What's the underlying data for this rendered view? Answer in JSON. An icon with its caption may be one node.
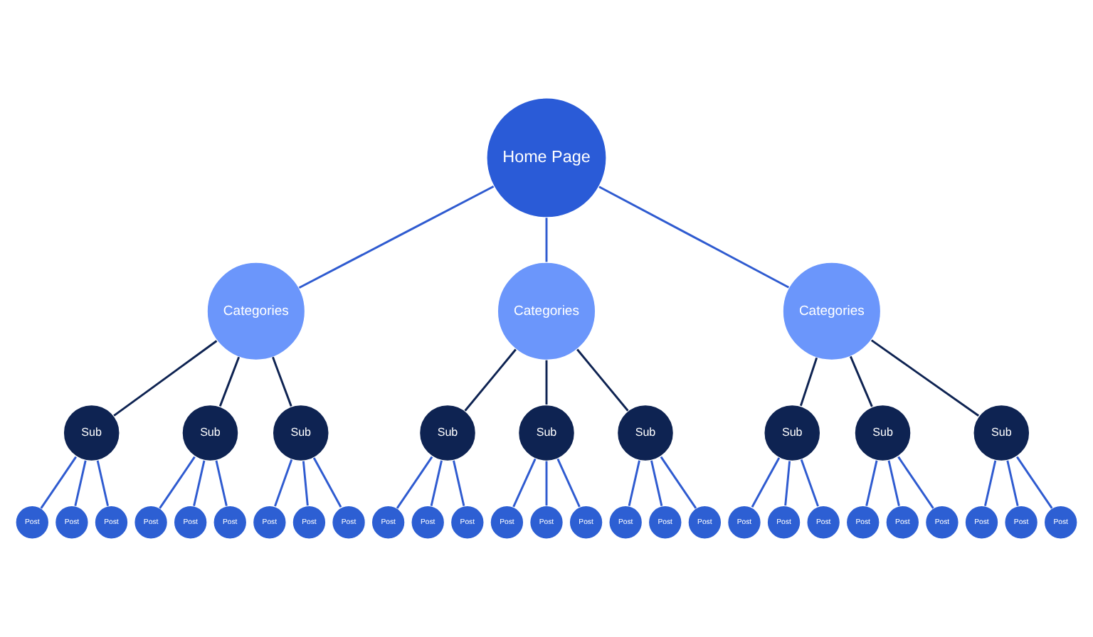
{
  "diagram": {
    "nodes": [
      {
        "text": [
          "Home Page"
        ]
      },
      {
        "text": [
          "Categories"
        ]
      },
      {
        "text": [
          "Categories"
        ]
      },
      {
        "text": [
          "Categories"
        ]
      },
      {
        "text": [
          "Sub"
        ]
      },
      {
        "text": [
          "Sub"
        ]
      },
      {
        "text": [
          "Sub"
        ]
      },
      {
        "text": [
          "Sub"
        ]
      },
      {
        "text": [
          "Sub"
        ]
      },
      {
        "text": [
          "Sub"
        ]
      },
      {
        "text": [
          "Sub"
        ]
      },
      {
        "text": [
          "Sub"
        ]
      },
      {
        "text": [
          "Sub"
        ]
      },
      {
        "text": [
          "Post"
        ]
      },
      {
        "text": [
          "Post"
        ]
      },
      {
        "text": [
          "Post"
        ]
      },
      {
        "text": [
          "Post"
        ]
      },
      {
        "text": [
          "Post"
        ]
      },
      {
        "text": [
          "Post"
        ]
      },
      {
        "text": [
          "Post"
        ]
      },
      {
        "text": [
          "Post"
        ]
      },
      {
        "text": [
          "Post"
        ]
      },
      {
        "text": [
          "Post"
        ]
      },
      {
        "text": [
          "Post"
        ]
      },
      {
        "text": [
          "Post"
        ]
      },
      {
        "text": [
          "Post"
        ]
      },
      {
        "text": [
          "Post"
        ]
      },
      {
        "text": [
          "Post"
        ]
      },
      {
        "text": [
          "Post"
        ]
      },
      {
        "text": [
          "Post"
        ]
      },
      {
        "text": [
          "Post"
        ]
      },
      {
        "text": [
          "Post"
        ]
      },
      {
        "text": [
          "Post"
        ]
      },
      {
        "text": [
          "Post"
        ]
      },
      {
        "text": [
          "Post"
        ]
      },
      {
        "text": [
          "Post"
        ]
      },
      {
        "text": [
          "Post"
        ]
      },
      {
        "text": [
          "Post"
        ]
      },
      {
        "text": [
          "Post"
        ]
      },
      {
        "text": [
          "Post"
        ]
      }
    ],
    "edges": [
      {
        "from": 0,
        "to": 1,
        "arrow": "none"
      },
      {
        "from": 0,
        "to": 2,
        "arrow": "none"
      },
      {
        "from": 0,
        "to": 3,
        "arrow": "none"
      },
      {
        "from": 1,
        "to": 4,
        "arrow": "none",
        "color": "#0e2352"
      },
      {
        "from": 1,
        "to": 5,
        "arrow": "none",
        "color": "#0e2352"
      },
      {
        "from": 1,
        "to": 6,
        "arrow": "none",
        "color": "#0e2352"
      },
      {
        "from": 2,
        "to": 7,
        "arrow": "none",
        "color": "#0e2352"
      },
      {
        "from": 2,
        "to": 8,
        "arrow": "none",
        "color": "#0e2352"
      },
      {
        "from": 2,
        "to": 9,
        "arrow": "none",
        "color": "#0e2352"
      },
      {
        "from": 3,
        "to": 10,
        "arrow": "none",
        "color": "#0e2352"
      },
      {
        "from": 3,
        "to": 11,
        "arrow": "none",
        "color": "#0e2352"
      },
      {
        "from": 3,
        "to": 12,
        "arrow": "none",
        "color": "#0e2352"
      },
      {
        "from": 4,
        "to": 13,
        "arrow": "none"
      },
      {
        "from": 4,
        "to": 14,
        "arrow": "none"
      },
      {
        "from": 4,
        "to": 15,
        "arrow": "none"
      },
      {
        "from": 5,
        "to": 16,
        "arrow": "none"
      },
      {
        "from": 5,
        "to": 17,
        "arrow": "none"
      },
      {
        "from": 5,
        "to": 18,
        "arrow": "none"
      },
      {
        "from": 6,
        "to": 19,
        "arrow": "none"
      },
      {
        "from": 6,
        "to": 20,
        "arrow": "none"
      },
      {
        "from": 6,
        "to": 21,
        "arrow": "none"
      },
      {
        "from": 7,
        "to": 22,
        "arrow": "none"
      },
      {
        "from": 7,
        "to": 23,
        "arrow": "none"
      },
      {
        "from": 7,
        "to": 24,
        "arrow": "none"
      },
      {
        "from": 8,
        "to": 25,
        "arrow": "none"
      },
      {
        "from": 8,
        "to": 26,
        "arrow": "none"
      },
      {
        "from": 8,
        "to": 27,
        "arrow": "none"
      },
      {
        "from": 9,
        "to": 28,
        "arrow": "none"
      },
      {
        "from": 9,
        "to": 29,
        "arrow": "none"
      },
      {
        "from": 9,
        "to": 30,
        "arrow": "none"
      },
      {
        "from": 10,
        "to": 31,
        "arrow": "none"
      },
      {
        "from": 10,
        "to": 32,
        "arrow": "none"
      },
      {
        "from": 10,
        "to": 33,
        "arrow": "none"
      },
      {
        "from": 11,
        "to": 34,
        "arrow": "none"
      },
      {
        "from": 11,
        "to": 35,
        "arrow": "none"
      },
      {
        "from": 11,
        "to": 36,
        "arrow": "none"
      },
      {
        "from": 12,
        "to": 37,
        "arrow": "none"
      },
      {
        "from": 12,
        "to": 38,
        "arrow": "none"
      },
      {
        "from": 12,
        "to": 39,
        "arrow": "none"
      }
    ]
  }
}
